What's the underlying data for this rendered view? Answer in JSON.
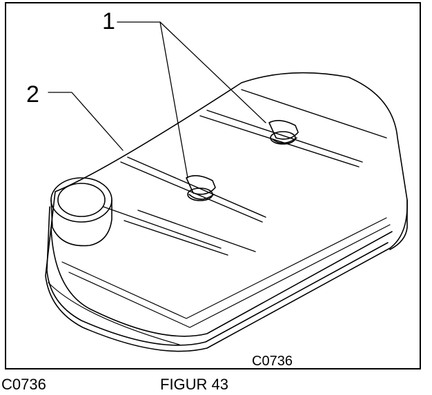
{
  "figure": {
    "callouts": [
      {
        "label": "1"
      },
      {
        "label": "2"
      }
    ],
    "inner_code": "C0736",
    "caption_code": "C0736",
    "caption_title": "FIGUR 43"
  }
}
